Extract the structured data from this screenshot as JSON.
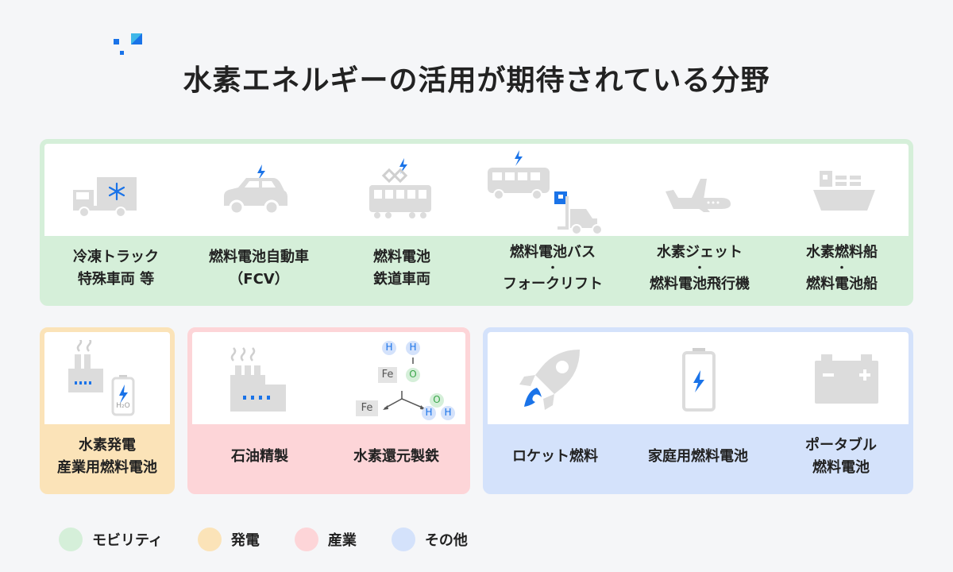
{
  "title": "水素エネルギーの活用が期待されている分野",
  "colors": {
    "mobility": "#d5efd9",
    "power": "#fbe3b8",
    "industry": "#fdd5d8",
    "other": "#d4e2fb",
    "icon_gray": "#dcdcdc",
    "accent_blue": "#1a73e8"
  },
  "mobility": {
    "items": [
      {
        "line1": "冷凍トラック",
        "line2": "特殊車両 等",
        "icon": "refrigerated-truck-icon"
      },
      {
        "line1": "燃料電池自動車",
        "line2": "（FCV）",
        "icon": "fuel-cell-car-icon"
      },
      {
        "line1": "燃料電池",
        "line2": "鉄道車両",
        "icon": "fuel-cell-train-icon"
      },
      {
        "line1": "燃料電池バス",
        "sep": "・",
        "line2": "フォークリフト",
        "icon": "bus-forklift-icon"
      },
      {
        "line1": "水素ジェット",
        "sep": "・",
        "line2": "燃料電池飛行機",
        "icon": "airplane-icon"
      },
      {
        "line1": "水素燃料船",
        "sep": "・",
        "line2": "燃料電池船",
        "icon": "ship-icon"
      }
    ]
  },
  "power": {
    "items": [
      {
        "line1": "水素発電",
        "line2": "産業用燃料電池",
        "icon": "power-plant-icon",
        "h2o": "H₂O"
      }
    ]
  },
  "industry": {
    "items": [
      {
        "line1": "石油精製",
        "icon": "refinery-icon"
      },
      {
        "line1": "水素還元製鉄",
        "icon": "hydrogen-reduction-icon",
        "atoms": {
          "h": "H",
          "fe": "Fe",
          "o": "O"
        }
      }
    ]
  },
  "other": {
    "items": [
      {
        "line1": "ロケット燃料",
        "icon": "rocket-icon"
      },
      {
        "line1": "家庭用燃料電池",
        "icon": "battery-icon"
      },
      {
        "line1": "ポータブル",
        "line2": "燃料電池",
        "icon": "car-battery-icon"
      }
    ]
  },
  "legend": [
    {
      "label": "モビリティ",
      "color": "#d5efd9"
    },
    {
      "label": "発電",
      "color": "#fbe3b8"
    },
    {
      "label": "産業",
      "color": "#fdd5d8"
    },
    {
      "label": "その他",
      "color": "#d4e2fb"
    }
  ]
}
